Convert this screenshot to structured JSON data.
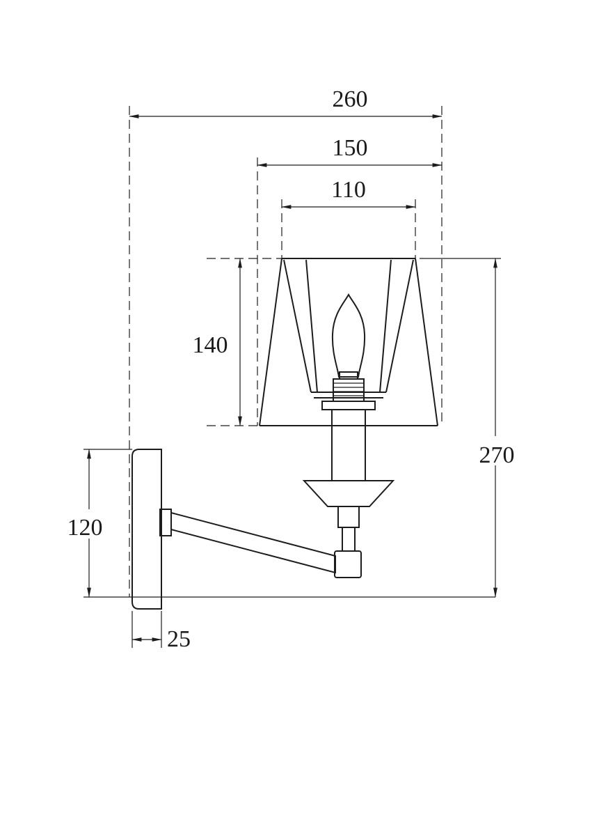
{
  "drawing_type": "technical-dimension-drawing",
  "subject": "wall-sconce-lamp-side-view",
  "colors": {
    "background": "#ffffff",
    "line": "#1c1c1c",
    "text": "#1a1a1a"
  },
  "dims": {
    "overall_depth": "260",
    "shade_bottom_width": "150",
    "shade_top_width": "110",
    "shade_height": "140",
    "overall_height": "270",
    "backplate_height": "120",
    "backplate_thickness": "25"
  }
}
